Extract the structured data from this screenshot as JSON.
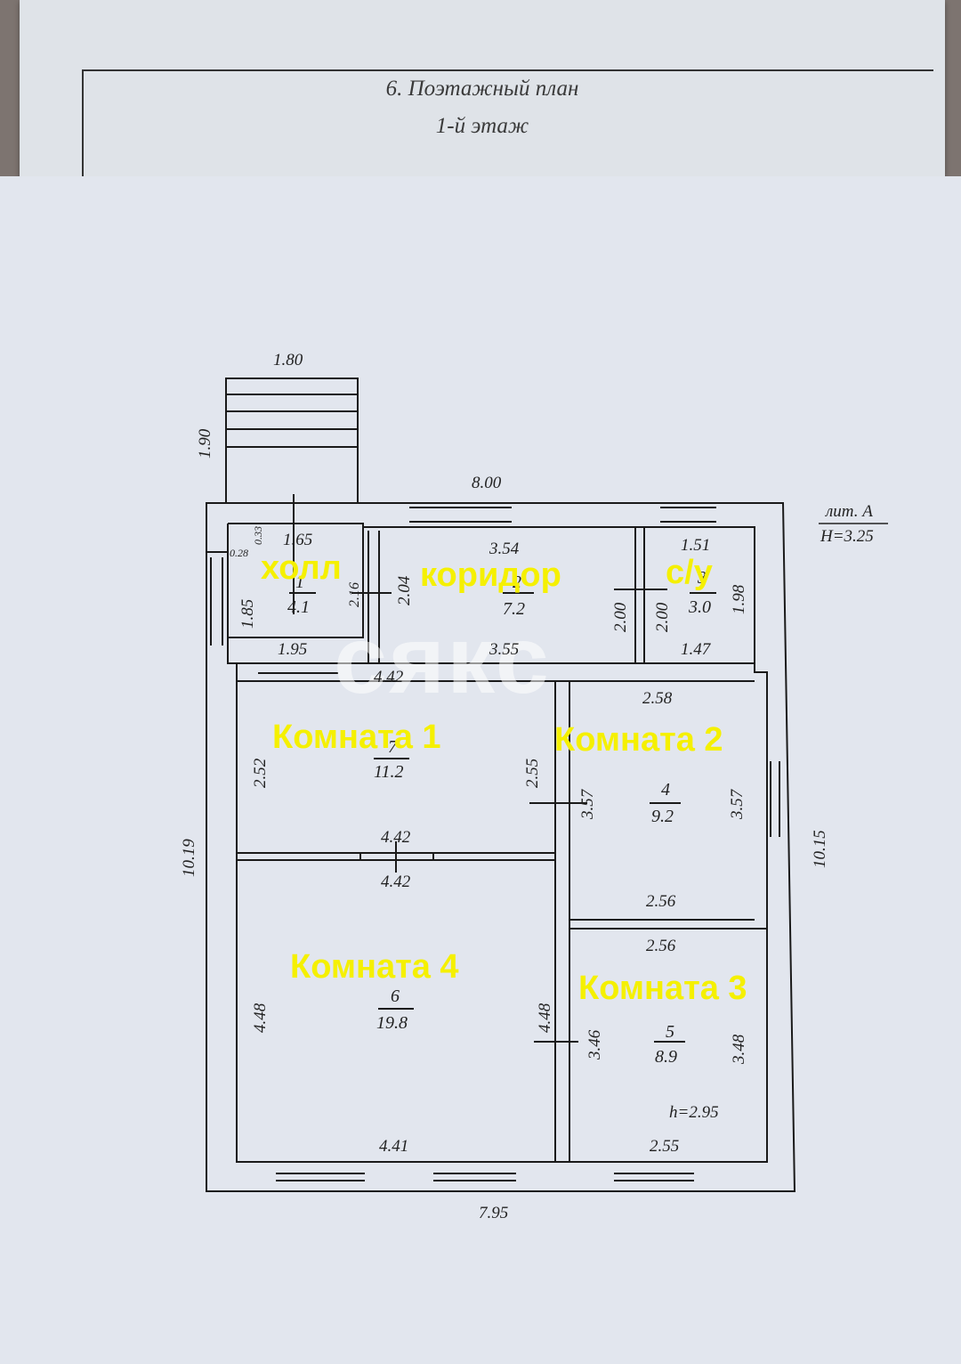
{
  "header": {
    "section_title": "6. Поэтажный план",
    "floor": "1-й этаж"
  },
  "plan": {
    "litera": "лит. А",
    "height_main": "Н=3.25",
    "height_room": "h=2.95",
    "porch_width": "1.80",
    "porch_depth": "1.90",
    "top_width": "8.00",
    "bottom_width": "7.95",
    "left_height": "10.19",
    "right_height": "10.15",
    "hall": {
      "label": "холл",
      "number": "1",
      "area": "4.1",
      "d_top": "1.65",
      "d_bottom": "1.95",
      "d_left": "1.85",
      "d_right": "2.16",
      "d_a": "0.28",
      "d_b": "0.33"
    },
    "corridor": {
      "label": "коридор",
      "number": "2",
      "area": "7.2",
      "d_top": "3.54",
      "d_bottom": "3.55",
      "d_left": "2.04",
      "d_right": "2.00"
    },
    "wc": {
      "label": "с/у",
      "number": "3",
      "area": "3.0",
      "d_top": "1.51",
      "d_bottom": "1.47",
      "d_left": "2.00",
      "d_right": "1.98"
    },
    "room1": {
      "label": "Комната 1",
      "number": "7",
      "area": "11.2",
      "d_top": "4.42",
      "d_bottom": "4.42",
      "d_left": "2.52",
      "d_right": "2.55"
    },
    "room2": {
      "label": "Комната 2",
      "number": "4",
      "area": "9.2",
      "d_top": "2.58",
      "d_bottom": "2.56",
      "d_left": "3.57",
      "d_right": "3.57"
    },
    "room3": {
      "label": "Комната 3",
      "number": "5",
      "area": "8.9",
      "d_top": "2.56",
      "d_bottom": "2.55",
      "d_left": "3.46",
      "d_right": "3.48"
    },
    "room4": {
      "label": "Комната 4",
      "number": "6",
      "area": "19.8",
      "d_top": "4.42",
      "d_bottom": "4.41",
      "d_left": "4.48",
      "d_right": "4.48"
    }
  },
  "watermark": "сякс"
}
